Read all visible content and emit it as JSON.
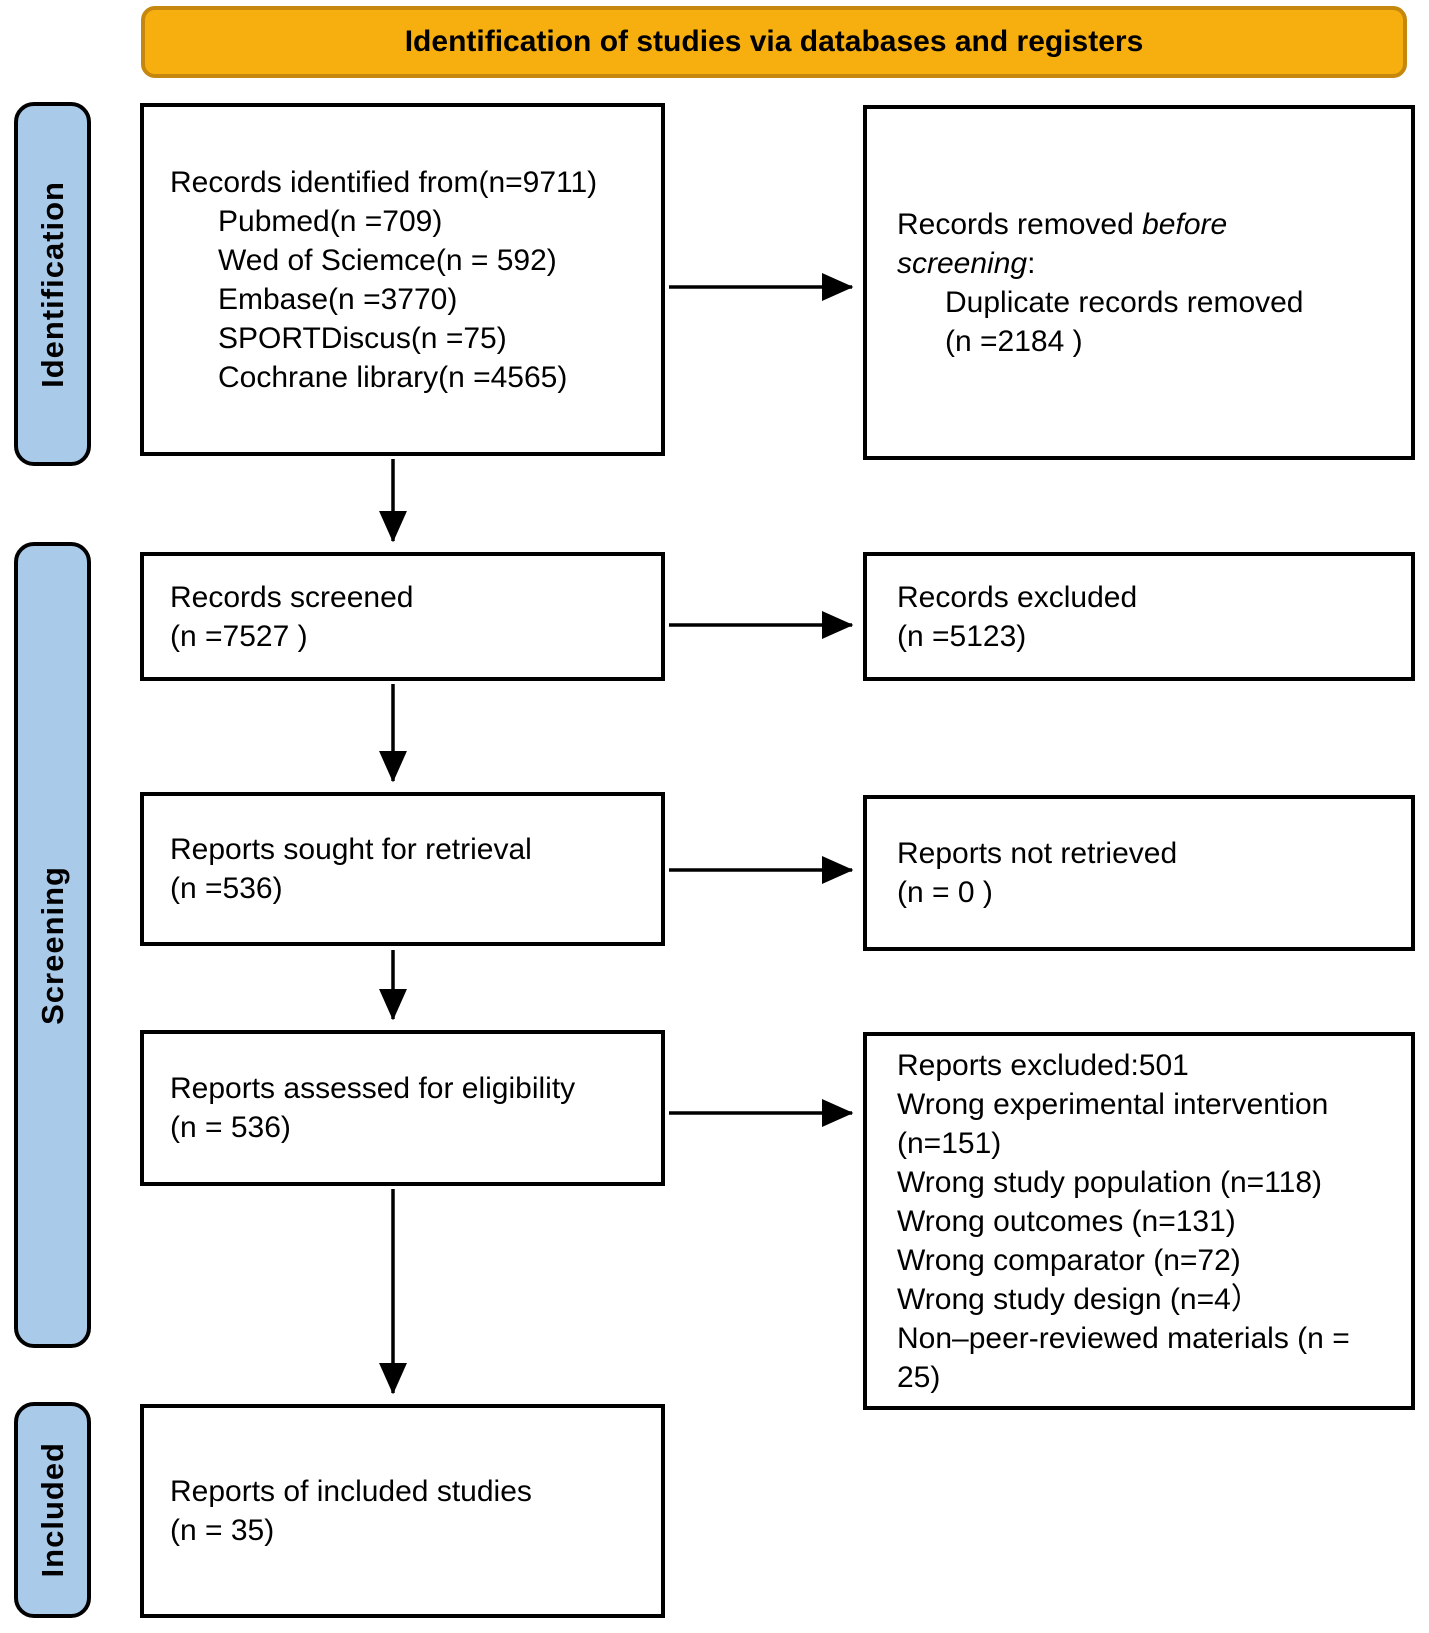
{
  "banner": {
    "title": "Identification of studies via databases and registers"
  },
  "sidebar": {
    "identification": "Identification",
    "screening": "Screening",
    "included": "Included"
  },
  "colors": {
    "banner_fill": "#F6AF0E",
    "banner_border": "#C5870D",
    "stage_fill": "#A9CAE9",
    "box_border": "#000000",
    "background": "#FFFFFF"
  },
  "boxes": {
    "records_identified": {
      "title": "Records identified from(n=9711)",
      "items": [
        "Pubmed(n =709)",
        "Wed of Sciemce(n = 592)",
        "Embase(n =3770)",
        "SPORTDiscus(n =75)",
        "Cochrane library(n =4565)"
      ]
    },
    "records_removed": {
      "prefix": "Records removed ",
      "italic": "before screening",
      "suffix": ":",
      "items": [
        "Duplicate records removed",
        "(n =2184 )"
      ]
    },
    "records_screened": {
      "lines": [
        "Records screened",
        "(n =7527 )"
      ]
    },
    "records_excluded": {
      "lines": [
        "Records excluded",
        "(n =5123)"
      ]
    },
    "reports_sought": {
      "lines": [
        "Reports sought for retrieval",
        "(n =536)"
      ]
    },
    "reports_not_retrieved": {
      "lines": [
        "Reports not retrieved",
        "(n = 0 )"
      ]
    },
    "reports_assessed": {
      "lines": [
        "Reports assessed for eligibility",
        "(n = 536)"
      ]
    },
    "reports_excluded": {
      "lines": [
        "Reports excluded:501",
        "Wrong experimental intervention (n=151)",
        "Wrong study population (n=118)",
        "Wrong outcomes (n=131)",
        "Wrong comparator (n=72)",
        "Wrong study design (n=4）",
        "Non–peer-reviewed materials (n = 25)"
      ]
    },
    "reports_included": {
      "lines": [
        "Reports of included studies",
        "(n = 35)"
      ]
    }
  }
}
